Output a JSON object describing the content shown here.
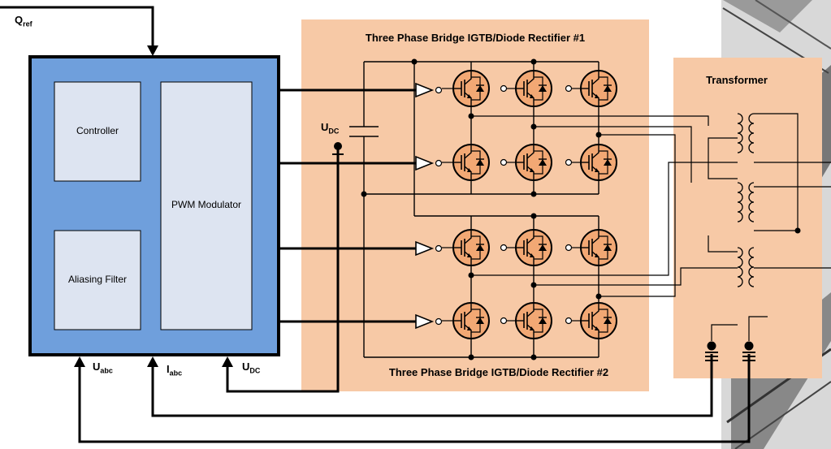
{
  "inputs": {
    "qref": {
      "main": "Q",
      "sub": "ref"
    }
  },
  "control_block": {
    "controller_label": "Controller",
    "aliasing_filter_label": "Aliasing Filter",
    "pwm_label": "PWM Modulator"
  },
  "feedback": {
    "uabc": {
      "main": "U",
      "sub": "abc"
    },
    "iabc": {
      "main": "I",
      "sub": "abc"
    },
    "udc": {
      "main": "U",
      "sub": "DC"
    }
  },
  "rectifier": {
    "title1": "Three Phase Bridge IGTB/Diode Rectifier #1",
    "title2": "Three Phase Bridge IGTB/Diode Rectifier #2",
    "udc": {
      "main": "U",
      "sub": "DC"
    }
  },
  "transformer": {
    "title": "Transformer"
  },
  "colors": {
    "control_fill": "#6f9fdc",
    "inner_box_fill": "#dde4f1",
    "rectifier_fill": "#f7c9a6",
    "transformer_fill": "#f7c9a6"
  }
}
